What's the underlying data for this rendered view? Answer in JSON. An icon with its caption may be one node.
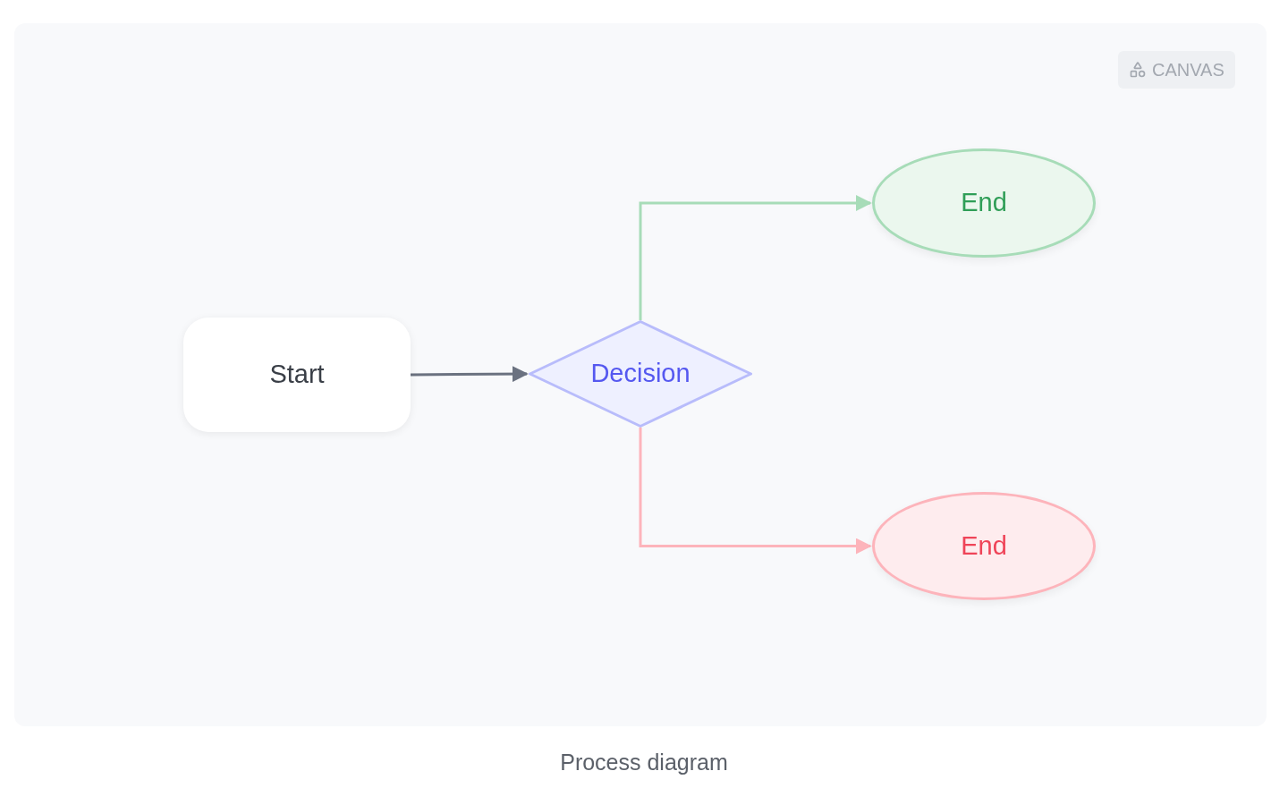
{
  "diagram": {
    "caption": "Process diagram",
    "nodes": [
      {
        "text": [
          "Start"
        ]
      },
      {
        "text": [
          "Decision"
        ]
      },
      {
        "text": [
          "End"
        ]
      },
      {
        "text": [
          "End"
        ]
      }
    ],
    "edges": [
      {
        "from": 0,
        "to": 1,
        "arrow": "to",
        "color": "#6b7280"
      },
      {
        "from": 1,
        "to": 2,
        "arrow": "to",
        "color": "#a7dcb8"
      },
      {
        "from": 1,
        "to": 3,
        "arrow": "to",
        "color": "#fdb4bb"
      }
    ],
    "labels": [
      "CANVAS"
    ]
  }
}
